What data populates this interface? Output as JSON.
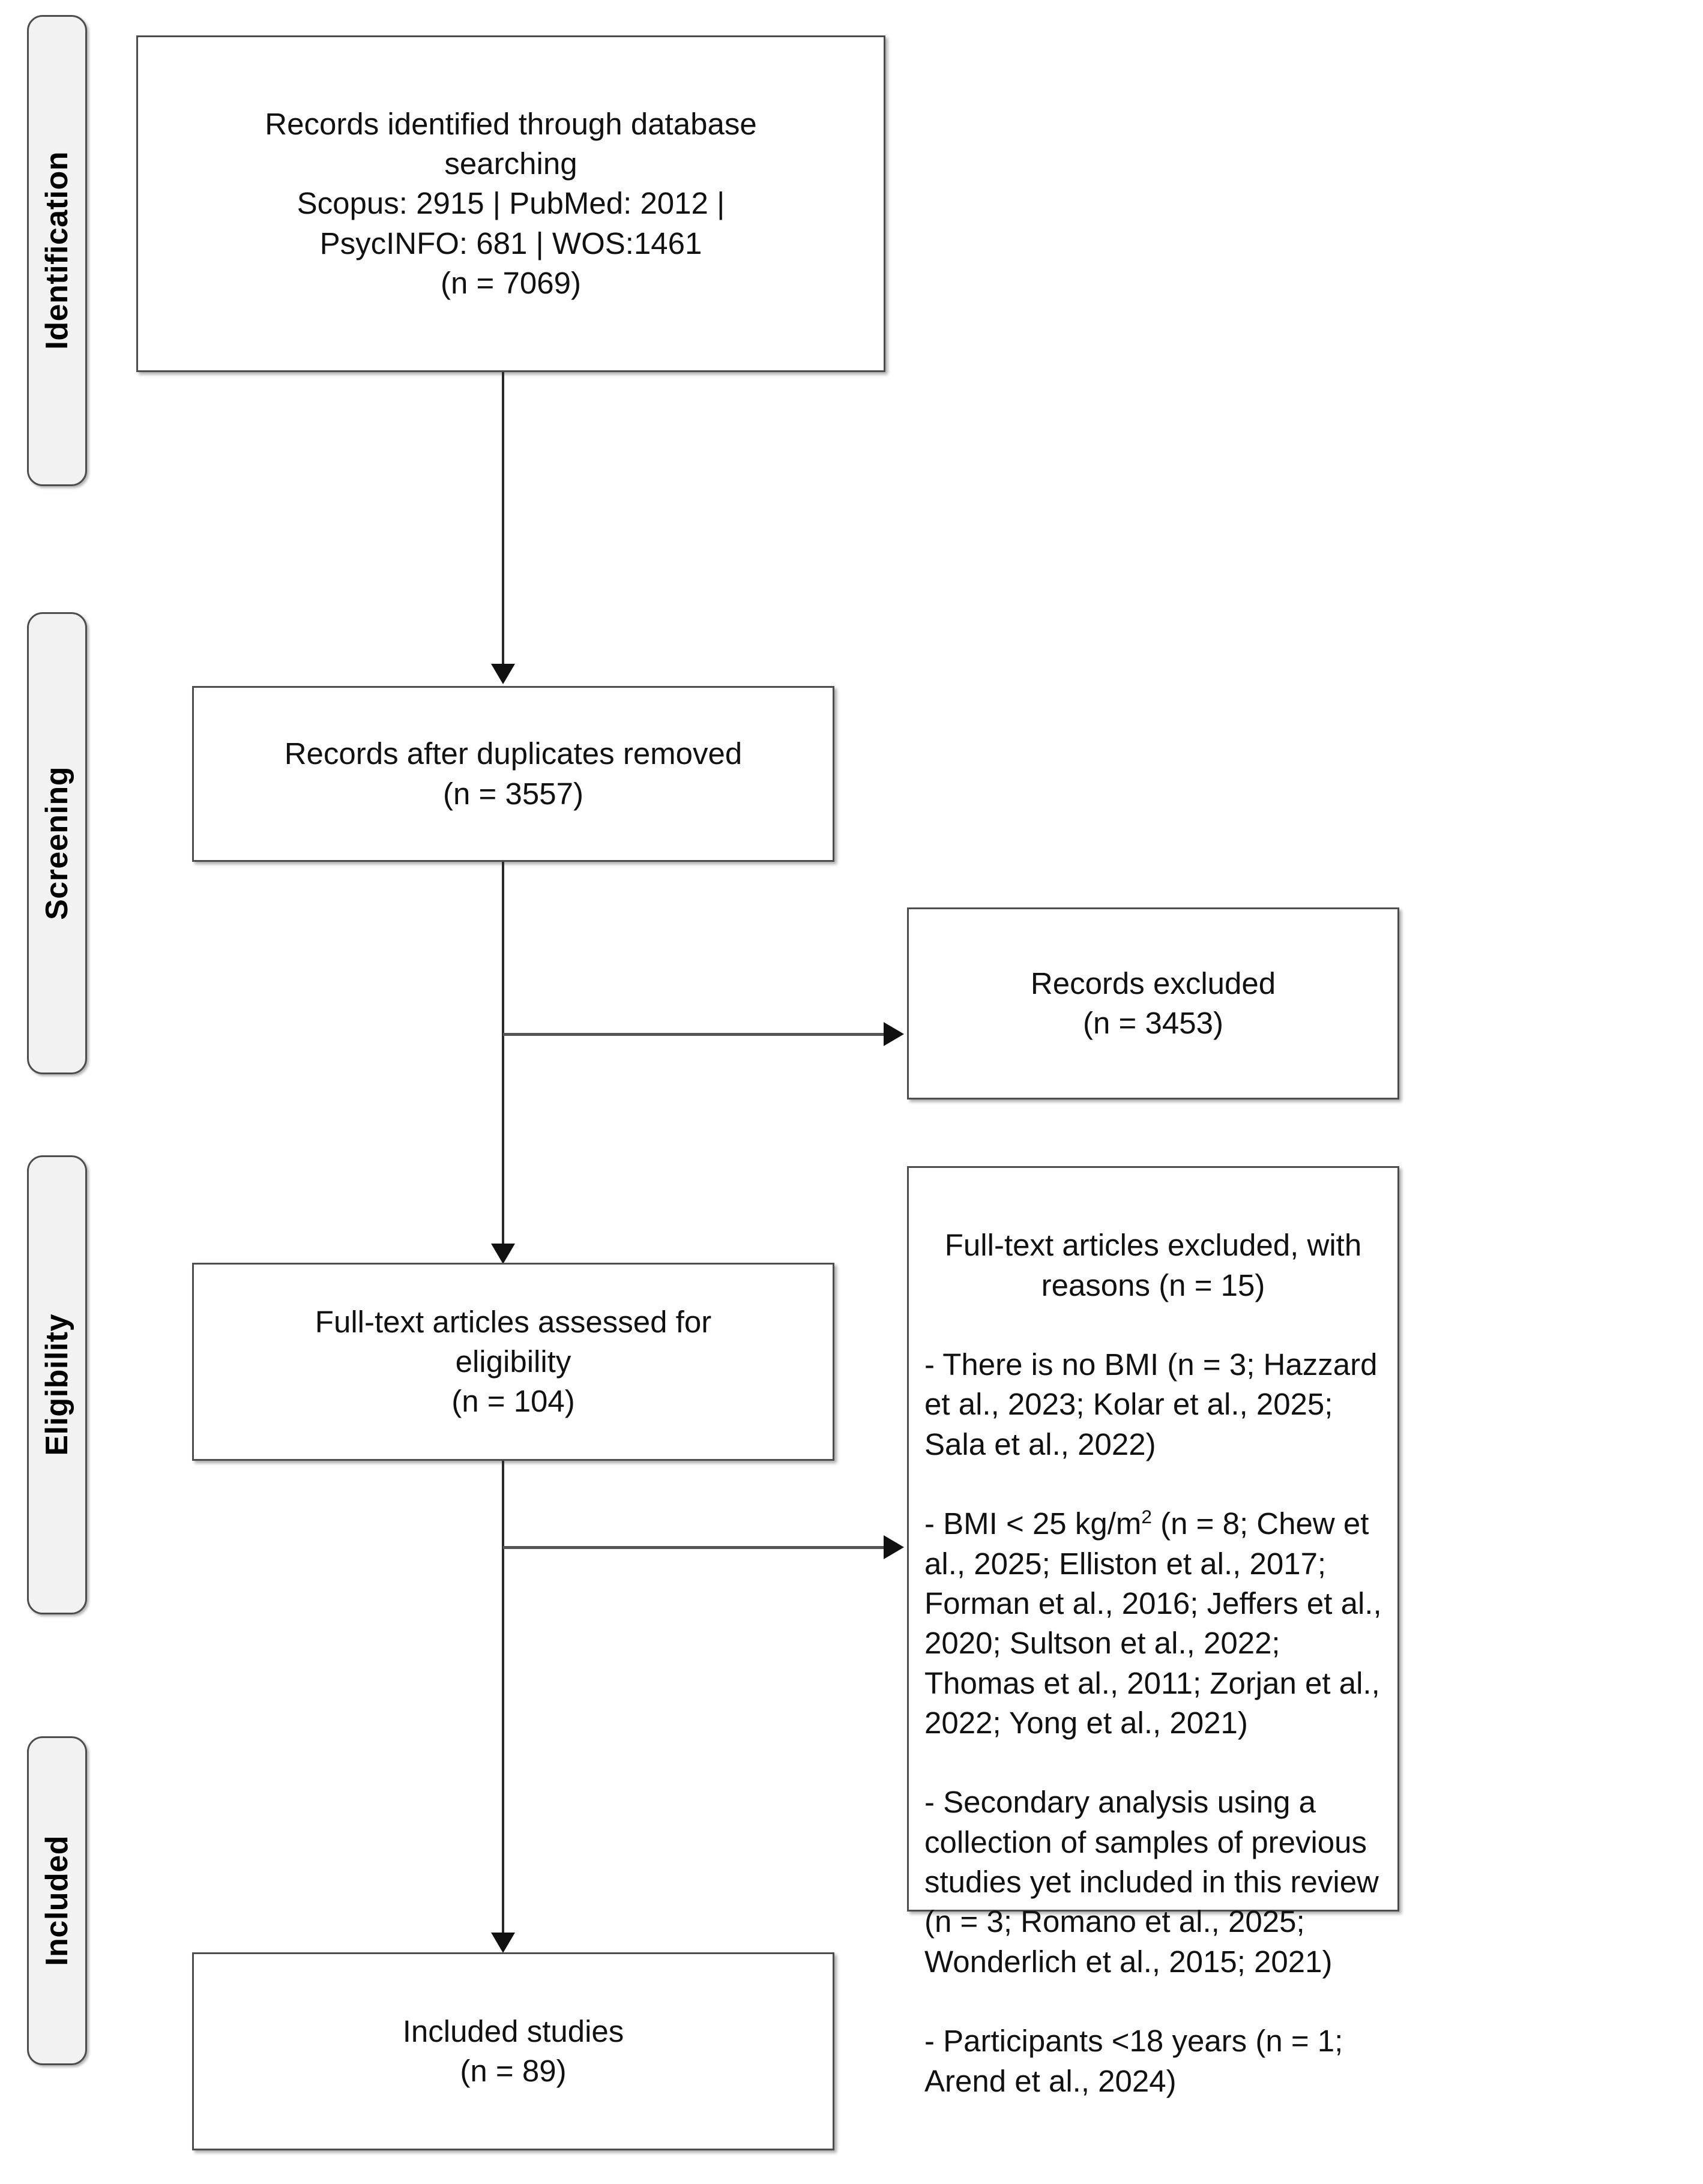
{
  "diagram": {
    "title": "PRISMA flow diagram",
    "accent_color": "#4d4d4d",
    "stage_fill": "#f2f2f2",
    "box_fill": "#ffffff",
    "line_color": "#2b2b2b"
  },
  "stages": [
    {
      "id": "identification",
      "label": "Identification"
    },
    {
      "id": "screening",
      "label": "Screening"
    },
    {
      "id": "eligibility",
      "label": "Eligibility"
    },
    {
      "id": "included",
      "label": "Included"
    }
  ],
  "boxes": {
    "records_identified": {
      "text": "Records identified through database\nsearching\nScopus: 2915 | PubMed: 2012 |\nPsycINFO: 681 | WOS:1461\n(n = 7069)",
      "n": 7069,
      "sources": [
        {
          "name": "Scopus",
          "count": 2915
        },
        {
          "name": "PubMed",
          "count": 2012
        },
        {
          "name": "PsycINFO",
          "count": 681
        },
        {
          "name": "WOS",
          "count": 1461
        }
      ]
    },
    "records_after_duplicates": {
      "text": "Records after duplicates removed\n(n = 3557)",
      "n": 3557
    },
    "records_excluded": {
      "text": "Records excluded\n(n = 3453)",
      "n": 3453
    },
    "fulltext_assessed": {
      "text": "Full-text articles assessed for\neligibility\n(n = 104)",
      "n": 104
    },
    "fulltext_excluded": {
      "heading": "Full-text articles excluded, with reasons (n = 15)",
      "n": 15,
      "reason_line_1": "- There is no BMI (n = 3; Hazzard et al., 2023; Kolar et al., 2025; Sala et al., 2022)",
      "reason_line_2_pre": "- BMI < 25 kg/m",
      "reason_line_2_sup": "2",
      "reason_line_2_post": " (n = 8; Chew et al., 2025; Elliston et al., 2017; Forman et al., 2016; Jeffers et al., 2020; Sultson et al., 2022; Thomas et al., 2011; Zorjan et al., 2022; Yong et al., 2021)",
      "reason_line_3": "- Secondary analysis using a collection of samples of previous studies yet included in this review (n = 3; Romano et al., 2025; Wonderlich et al., 2015; 2021)",
      "reason_line_4": "- Participants <18 years (n = 1; Arend et al., 2024)",
      "reasons": [
        {
          "reason": "There is no BMI",
          "n": 3,
          "refs": [
            "Hazzard et al., 2023",
            "Kolar et al., 2025",
            "Sala et al., 2022"
          ]
        },
        {
          "reason": "BMI < 25 kg/m2",
          "n": 8,
          "refs": [
            "Chew et al., 2025",
            "Elliston et al., 2017",
            "Forman et al., 2016",
            "Jeffers et al., 2020",
            "Sultson et al., 2022",
            "Thomas et al., 2011",
            "Zorjan et al., 2022",
            "Yong et al., 2021"
          ]
        },
        {
          "reason": "Secondary analysis using a collection of samples of previous studies yet included in this review",
          "n": 3,
          "refs": [
            "Romano et al., 2025",
            "Wonderlich et al., 2015",
            "2021"
          ]
        },
        {
          "reason": "Participants <18 years",
          "n": 1,
          "refs": [
            "Arend et al., 2024"
          ]
        }
      ]
    },
    "included_studies": {
      "text": "Included studies\n(n = 89)",
      "n": 89
    }
  }
}
